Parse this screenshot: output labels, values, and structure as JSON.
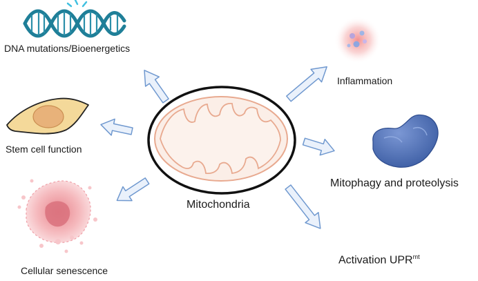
{
  "center": {
    "label": "Mitochondria"
  },
  "nodes": {
    "dna": {
      "label": "DNA mutations/Bioenergetics"
    },
    "stem_cell": {
      "label": "Stem cell function"
    },
    "senescence": {
      "label": "Cellular senescence"
    },
    "inflammation": {
      "label": "Inflammation"
    },
    "mitophagy": {
      "label": "Mitophagy and proteolysis"
    },
    "upr": {
      "label": "Activation UPR",
      "superscript": "mt"
    }
  },
  "colors": {
    "arrow_fill": "#eaf1fb",
    "arrow_stroke": "#6f98cf",
    "mito_membrane": "#e8a98f",
    "mito_fill": "#fbeee7",
    "dna_teal": "#1f7f98",
    "cell_fill": "#f4d99a",
    "nucleus_fill": "#e8b27a",
    "protein_blue": "#4e6fb5",
    "senescence_pink": "#ef9ea6",
    "inflammation_glow": "#f6a7a7"
  }
}
